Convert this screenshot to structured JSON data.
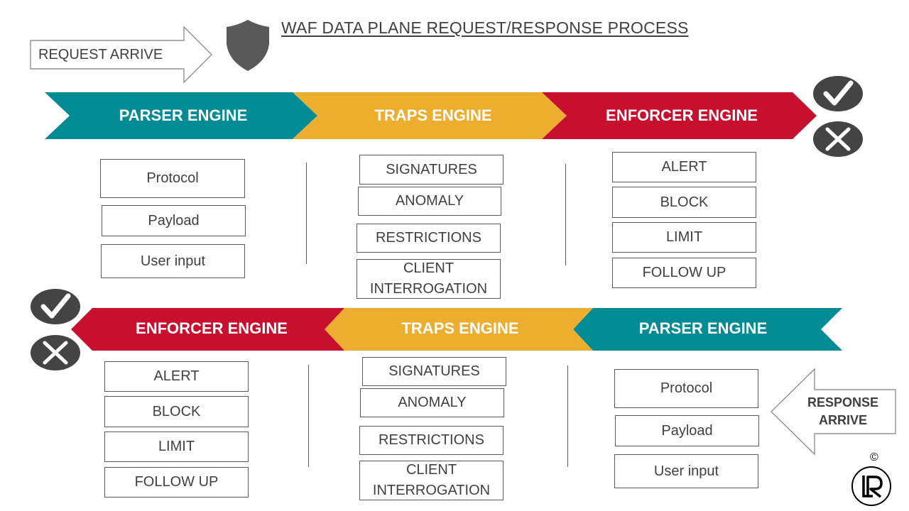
{
  "title": "WAF DATA PLANE REQUEST/RESPONSE  PROCESS",
  "request_label": "REQUEST ARRIVE",
  "response_label_line1": "RESPONSE",
  "response_label_line2": "ARRIVE",
  "colors": {
    "parser": "#008b95",
    "traps": "#edae2f",
    "enforcer": "#c8102e",
    "icon": "#444444"
  },
  "request_flow": {
    "parser": {
      "label": "PARSER ENGINE",
      "items": [
        "Protocol",
        "Payload",
        "User input"
      ]
    },
    "traps": {
      "label": "TRAPS ENGINE",
      "items": [
        "SIGNATURES",
        "ANOMALY",
        "RESTRICTIONS",
        "CLIENT INTERROGATION"
      ]
    },
    "enforcer": {
      "label": "ENFORCER ENGINE",
      "items": [
        "ALERT",
        "BLOCK",
        "LIMIT",
        "FOLLOW UP"
      ]
    }
  },
  "response_flow": {
    "enforcer": {
      "label": "ENFORCER ENGINE",
      "items": [
        "ALERT",
        "BLOCK",
        "LIMIT",
        "FOLLOW UP"
      ]
    },
    "traps": {
      "label": "TRAPS ENGINE",
      "items": [
        "SIGNATURES",
        "ANOMALY",
        "RESTRICTIONS",
        "CLIENT INTERROGATION"
      ]
    },
    "parser": {
      "label": "PARSER ENGINE",
      "items": [
        "Protocol",
        "Payload",
        "User input"
      ]
    }
  },
  "copyright_symbol": "©"
}
